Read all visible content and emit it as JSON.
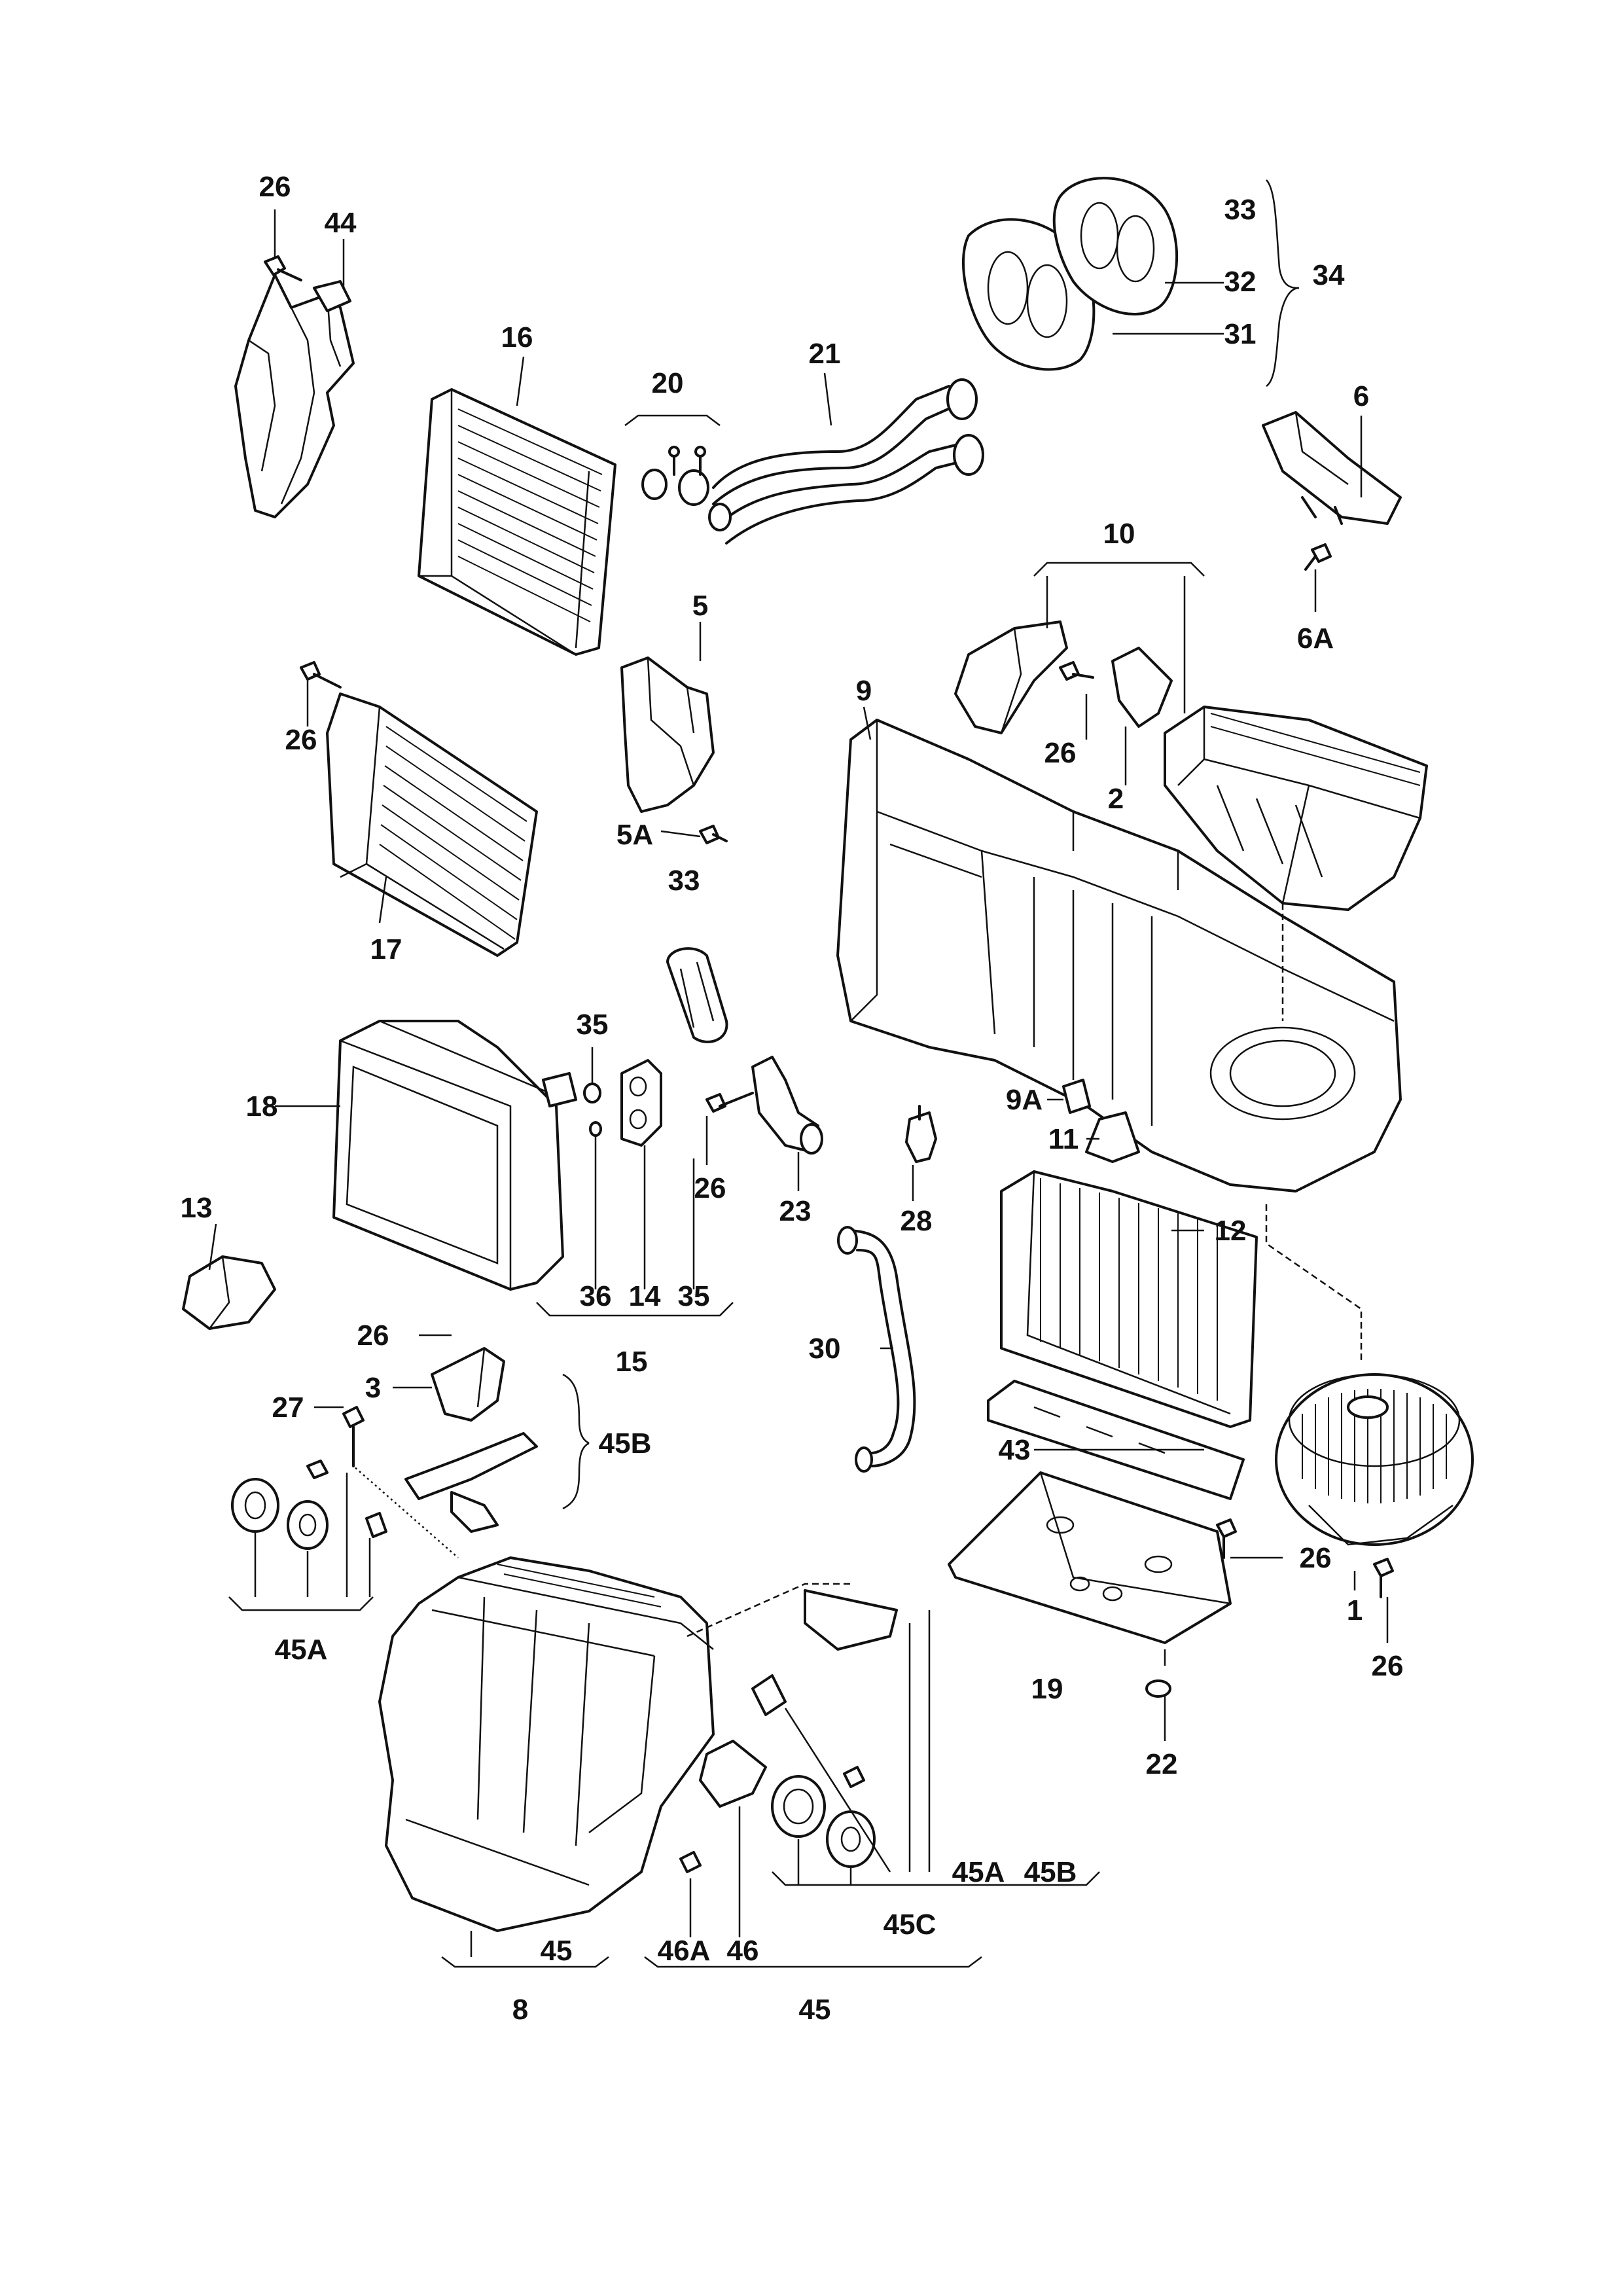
{
  "labels": {
    "l26a": "26",
    "l44": "44",
    "l16": "16",
    "l20": "20",
    "l21": "21",
    "l33a": "33",
    "l32": "32",
    "l34": "34",
    "l31": "31",
    "l6": "6",
    "l6a": "6A",
    "l10": "10",
    "l5": "5",
    "l26b": "26",
    "l9": "9",
    "l26c": "26",
    "l2": "2",
    "l5a": "5A",
    "l33b": "33",
    "l17": "17",
    "l35a": "35",
    "l18": "18",
    "l26d": "26",
    "l23": "23",
    "l9a": "9A",
    "l11": "11",
    "l28": "28",
    "l13": "13",
    "l36": "36",
    "l14": "14",
    "l35b": "35",
    "l15": "15",
    "l12": "12",
    "l26e": "26",
    "l3": "3",
    "l30": "30",
    "l27": "27",
    "l45b": "45B",
    "l43": "43",
    "l26f": "26",
    "l1": "1",
    "l45a": "45A",
    "l26g": "26",
    "l19": "19",
    "l22": "22",
    "l45a2": "45A",
    "l45b2": "45B",
    "l45c": "45C",
    "l46a": "46A",
    "l46": "46",
    "l45": "45",
    "l8": "8",
    "l45_2": "45"
  }
}
